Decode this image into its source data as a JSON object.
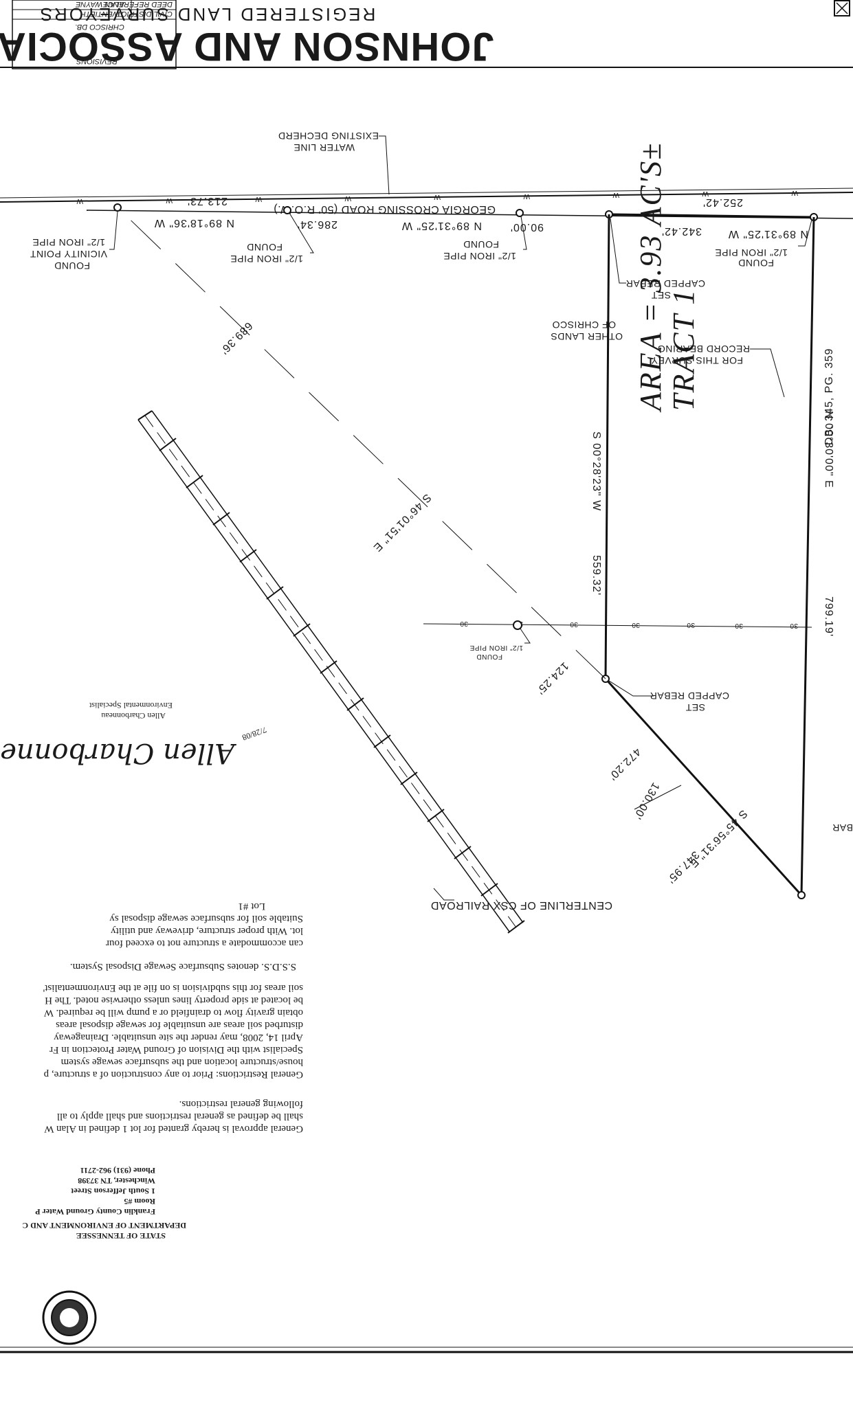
{
  "title_block": {
    "firm_name": "JOHNSON AND ASSOCIATES",
    "firm_subtitle": "REGISTERED LAND SURVEYORS",
    "civil_district_label": "CIVIL DISTRICT",
    "civil_district_value": "TWENTIETH",
    "deed_reference_label": "DEED REFERENCE",
    "deed_reference_value": "ALAN WAYNE",
    "deed_reference_value_2": "CHRISCO DB.",
    "revisions_label": "REVISIONS"
  },
  "plat": {
    "road_label": "GEORGIA CROSSING ROAD (50' R.O.W.)",
    "water_line_label": "EXISTING DECHERD",
    "water_line_label_2": "WATER LINE",
    "water_line_mark": "W",
    "bearing_top_left": "N 89°18'36\" W",
    "dist_top_left": "213.73'",
    "bearing_top_mid": "N 89°31'25\" W",
    "dist_top_mid": "286.34'",
    "dist_gap": "90.00'",
    "bearing_top_right": "N 89°31'25\" W",
    "dist_top_right_total": "342.42'",
    "dist_top_right": "252.42'",
    "vicinity_label": "VICINITY POINT",
    "vicinity_label_2": "1/2\" IRON PIPE",
    "vicinity_label_3": "FOUND",
    "pipe_label": "1/2\" IRON PIPE",
    "found_label": "FOUND",
    "capped_rebar": "CAPPED REBAR",
    "set_label": "SET",
    "other_lands": "OTHER LANDS",
    "other_lands_2": "OF CHRISCO",
    "record_bearing": "RECORD BEARING",
    "record_bearing_2": "FOR THIS SURVEY",
    "bearing_east": "N 00°30'00\" E",
    "dist_east": "799.19'",
    "bearing_west": "S 00°28'23\" W",
    "dist_west": "559.32'",
    "deed_book": "DB. 345, PG. 359",
    "tract_name": "TRACT 1",
    "tract_area": "AREA = 3.93 AC'S±",
    "diag_bearing": "S 46°01'51\" E",
    "diag_dist": "689.36'",
    "line_30": "30",
    "small_pipe": "1/2\" IRON PIPE",
    "small_found": "FOUND",
    "dist_124": "124.25'",
    "dist_472": "472.20'",
    "bearing_se": "S 45°56'31\" E",
    "dist_347": "347.95'",
    "offset_130": "130.00'",
    "railroad": "CENTERLINE OF CSX RAILROAD",
    "rebar_stub": "BAR"
  },
  "approval": {
    "signature_date": "7/28/08",
    "signer_name": "Allen Charbonneau",
    "signer_title": "Environmental Specialist",
    "intro_1": "General approval is hereby granted for lot 1 defined in Alan W",
    "intro_2": "shall be defined as general restrictions and shall apply to all",
    "intro_3": "following general restrictions.",
    "restr_1": "General Restrictions:  Prior to any construction of a structure, p",
    "restr_2": "house/structure location and the subsurface sewage system",
    "restr_3": "Specialist with the Division of Ground Water Protection in Fr",
    "restr_4": "April 14, 2008, may render the site unsuitable.  Drainageway",
    "restr_5": "disturbed soil areas are unsuitable for sewage disposal areas",
    "restr_6": "obtain gravity flow to drainfield or a pump will be required.  W",
    "restr_7": "be located at side property lines unless otherwise noted. The H",
    "restr_8": "soil areas for this subdivision is on file at the Environmentalist'",
    "ssds": "S.S.D.S. denotes Subsurface Sewage Disposal System.",
    "lot_label": "Lot #1",
    "lot_1": "Suitable soil for subsurface sewage disposal sy",
    "lot_2": "lot. With proper structure, driveway and utility",
    "lot_3": "can accommodate a structure not to exceed four",
    "agency_1": "STATE OF TENNESSEE",
    "agency_2": "DEPARTMENT OF ENVIRONMENT AND C",
    "agency_3": "Franklin County Ground Water P",
    "agency_4": "Room #5",
    "agency_5": "1 South Jefferson Street",
    "agency_6": "Winchester, TN  37398",
    "agency_7": "Phone (931) 962-2711"
  }
}
